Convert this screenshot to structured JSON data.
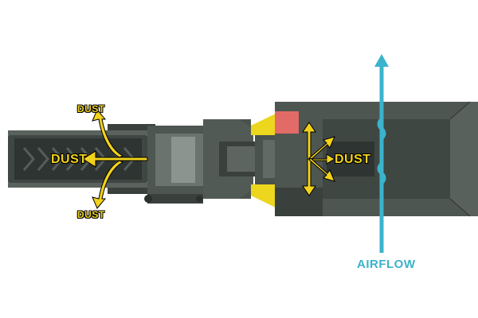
{
  "labels": {
    "dust_main": "DUST",
    "dust_top": "DUST",
    "dust_bottom": "DUST",
    "dust_right": "DUST",
    "airflow": "AIRFLOW"
  },
  "colors": {
    "dust": "#f2d21b",
    "dust_outline": "#000000",
    "airflow": "#3bb3cc",
    "machine": "#4e5651",
    "machine_dark": "#3a413d",
    "machine_light": "#6b736e",
    "hopper_highlight": "#e26b67",
    "yellow_cap": "#ecd61e"
  }
}
